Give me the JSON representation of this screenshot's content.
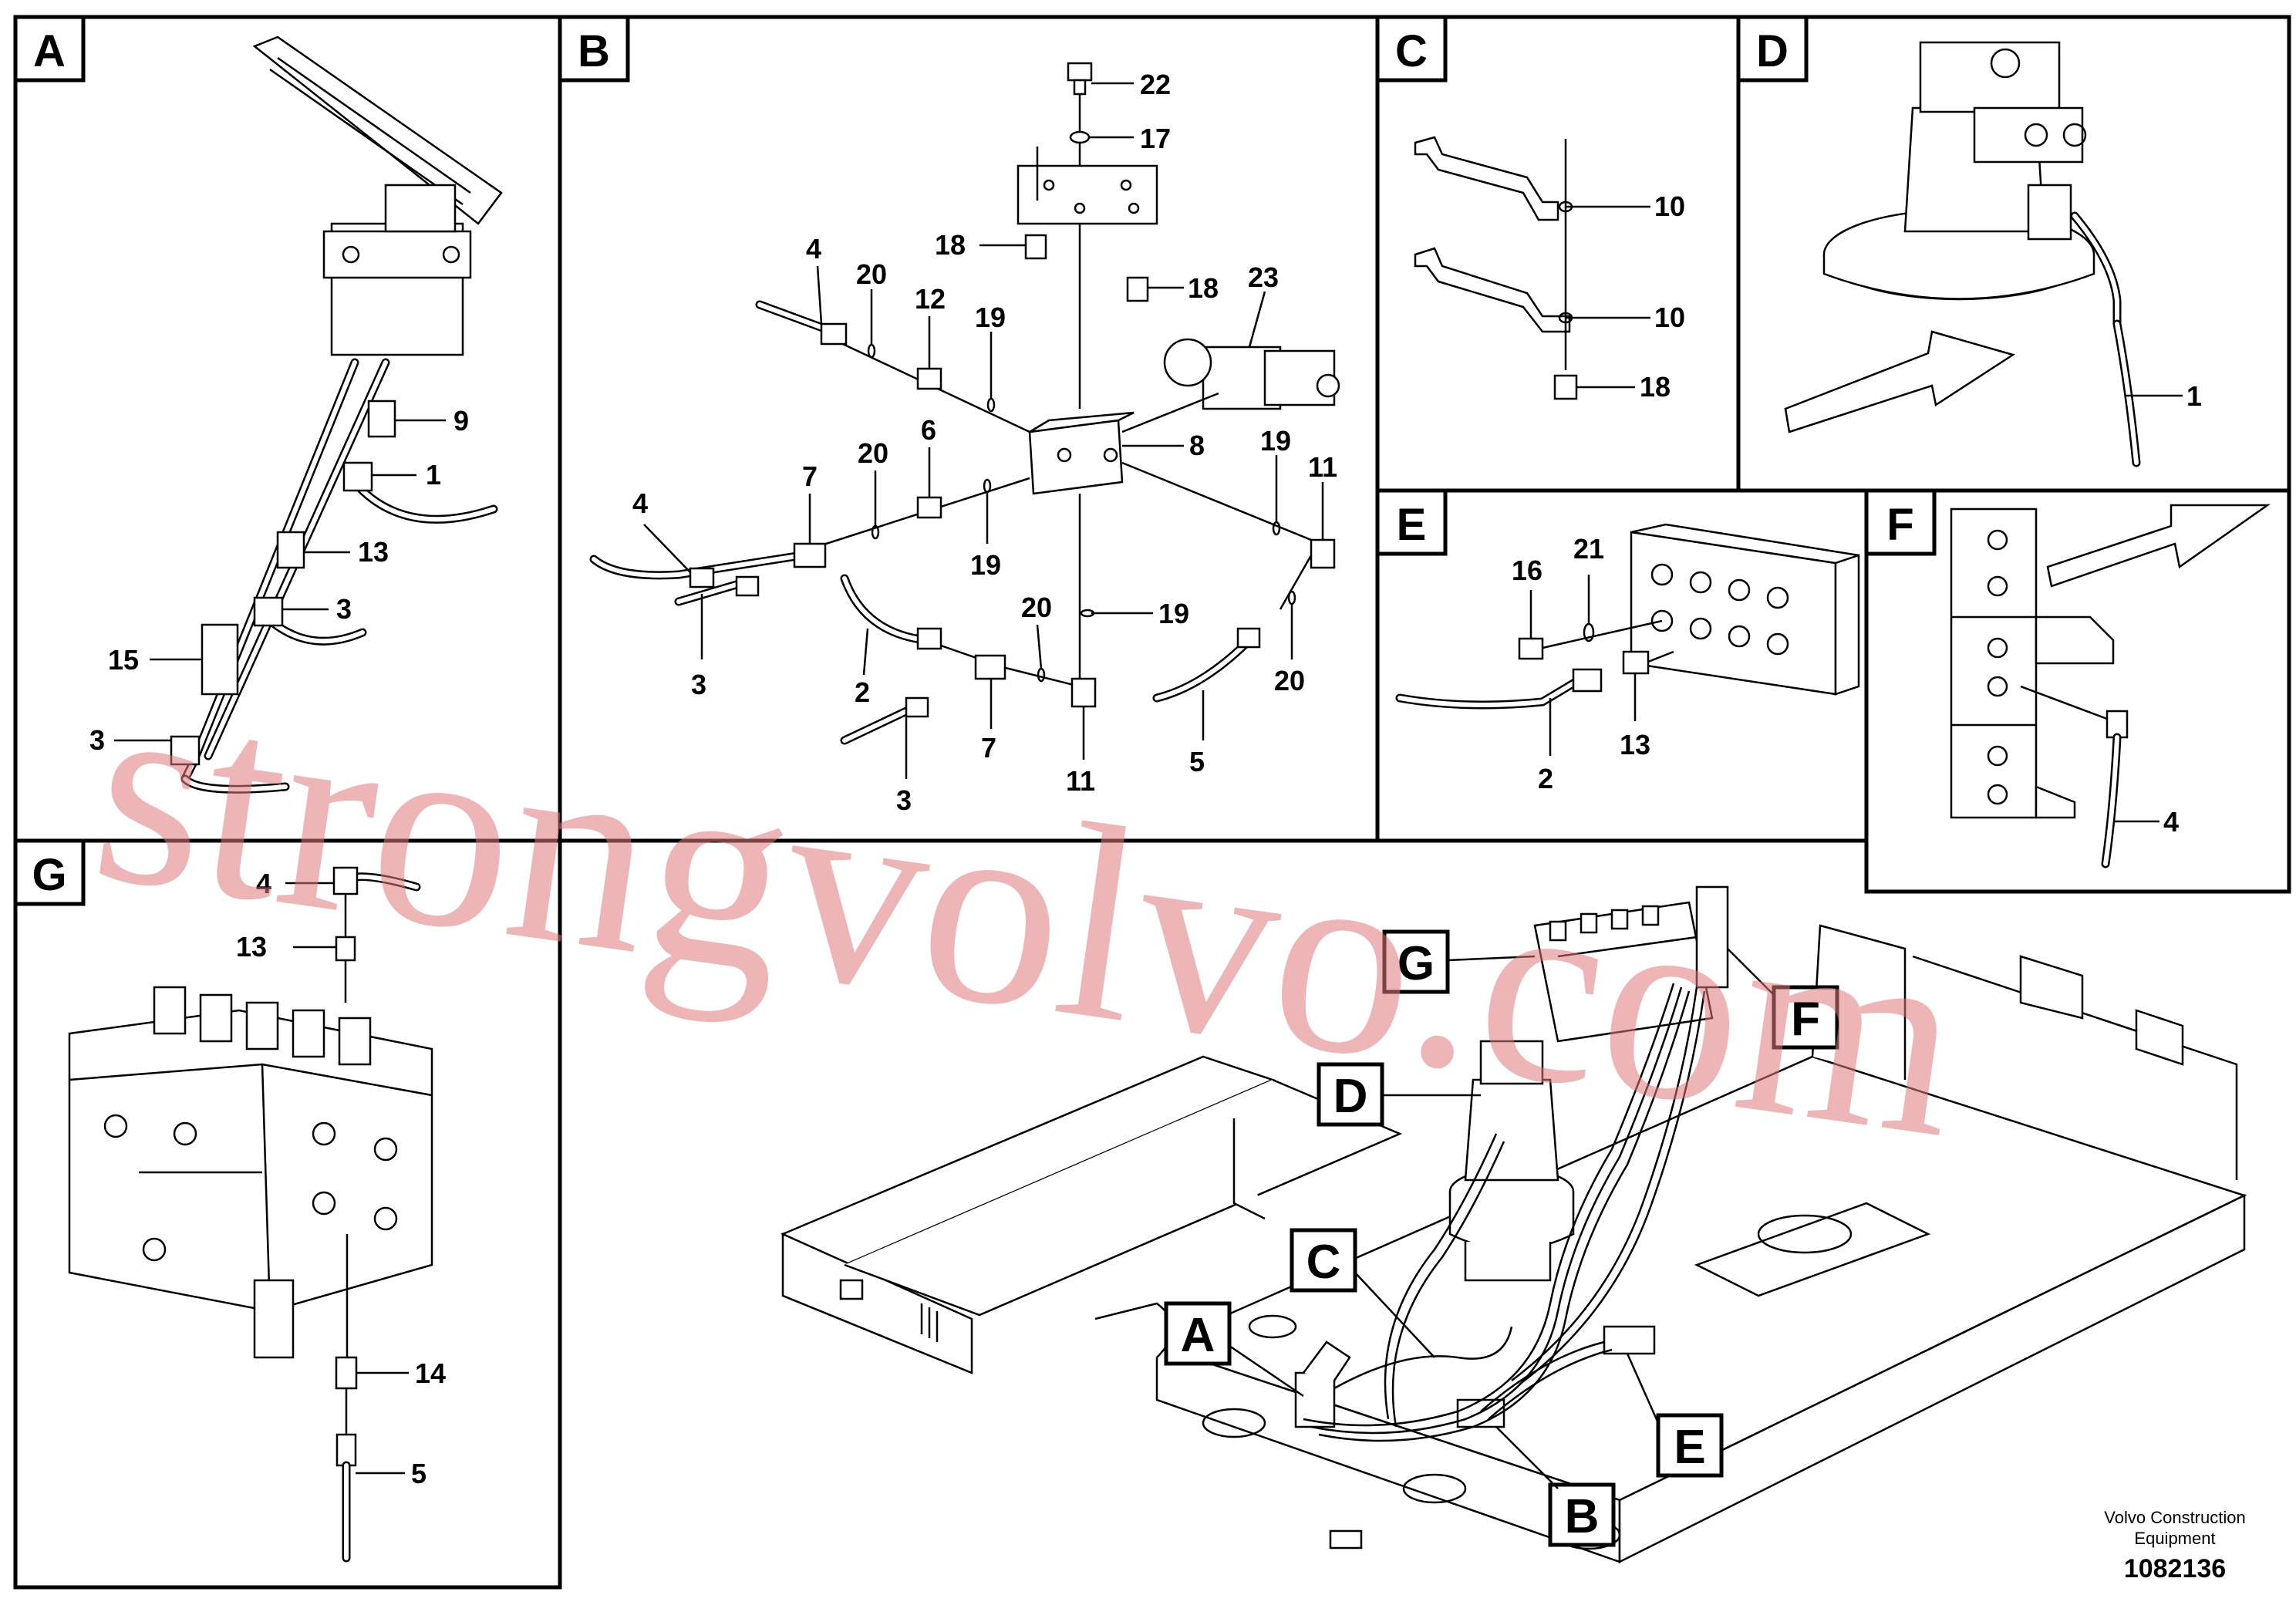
{
  "panels": {
    "A": {
      "letter": "A",
      "labels": [
        "9",
        "1",
        "13",
        "3",
        "15",
        "3"
      ]
    },
    "B": {
      "letter": "B",
      "labels": [
        "22",
        "17",
        "18",
        "18",
        "23",
        "4",
        "20",
        "12",
        "19",
        "8",
        "6",
        "7",
        "20",
        "4",
        "19",
        "19",
        "11",
        "3",
        "20",
        "19",
        "2",
        "7",
        "20",
        "3",
        "11",
        "5"
      ]
    },
    "C": {
      "letter": "C",
      "labels": [
        "10",
        "10",
        "18"
      ]
    },
    "D": {
      "letter": "D",
      "labels": [
        "1"
      ]
    },
    "E": {
      "letter": "E",
      "labels": [
        "16",
        "21",
        "2",
        "13"
      ]
    },
    "F": {
      "letter": "F",
      "labels": [
        "4"
      ]
    },
    "G": {
      "letter": "G",
      "labels": [
        "4",
        "13",
        "14",
        "5"
      ]
    }
  },
  "callouts": [
    "G",
    "F",
    "D",
    "C",
    "A",
    "E",
    "B"
  ],
  "watermark": "strongvolvo.com",
  "footer": {
    "brand_line1": "Volvo Construction",
    "brand_line2": "Equipment",
    "part_number": "1082136"
  }
}
